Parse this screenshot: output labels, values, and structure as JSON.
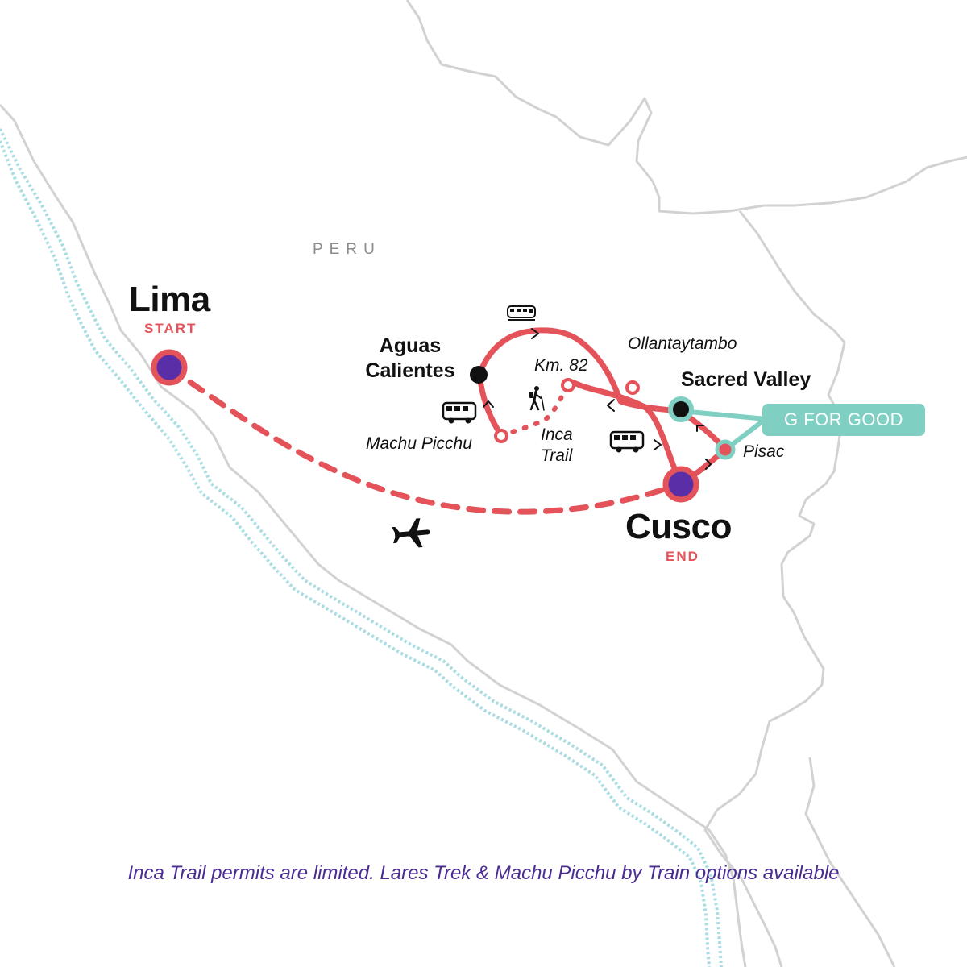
{
  "country_label": "PERU",
  "colors": {
    "route": "#e4535a",
    "stop_fill": "#5a2ea6",
    "g_for_good": "#7fcfc3",
    "border": "#d2d2d2",
    "coast": "#a8dde3",
    "text": "#111111",
    "footnote": "#4b2c92"
  },
  "cities": {
    "lima": {
      "name": "Lima",
      "tag": "START"
    },
    "cusco": {
      "name": "Cusco",
      "tag": "END"
    }
  },
  "places": {
    "aguas_calientes": {
      "line1": "Aguas",
      "line2": "Calientes"
    },
    "sacred_valley": "Sacred Valley",
    "ollantaytambo": "Ollantaytambo",
    "km82": "Km. 82",
    "machu_picchu": "Machu Picchu",
    "inca_trail": {
      "line1": "Inca",
      "line2": "Trail"
    },
    "pisac": "Pisac"
  },
  "badge": {
    "label": "G FOR GOOD"
  },
  "icons": [
    "plane-icon",
    "train-icon",
    "bus-icon",
    "hiker-icon",
    "direction-arrow-icon"
  ],
  "footnote": "Inca Trail permits are limited. Lares Trek & Machu Picchu by Train options available"
}
